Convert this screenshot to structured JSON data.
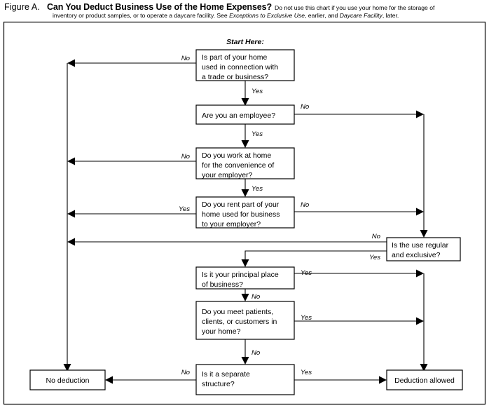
{
  "header": {
    "figure_label": "Figure A.",
    "title": "Can You Deduct Business Use of the Home Expenses?",
    "note_line1": "Do not use this chart if you use your home for the storage of",
    "note_line2_a": "inventory or product samples, or to operate a daycare facility. See ",
    "note_line2_em1": "Exceptions to Exclusive Use",
    "note_line2_b": ", earlier, and ",
    "note_line2_em2": "Daycare Facility",
    "note_line2_c": ", later."
  },
  "chart_data": {
    "type": "diagram",
    "title": "Can You Deduct Business Use of the Home Expenses?",
    "start_label": "Start Here:",
    "nodes": [
      {
        "id": "q1",
        "kind": "decision",
        "lines": [
          "Is part of your home",
          "used in connection with",
          "a trade or business?"
        ]
      },
      {
        "id": "q2",
        "kind": "decision",
        "lines": [
          "Are you an employee?"
        ]
      },
      {
        "id": "q3",
        "kind": "decision",
        "lines": [
          "Do you work at home",
          "for the convenience of",
          "your employer?"
        ]
      },
      {
        "id": "q4",
        "kind": "decision",
        "lines": [
          "Do you rent part of your",
          "home used for business",
          "to your employer?"
        ]
      },
      {
        "id": "q5",
        "kind": "decision",
        "lines": [
          "Is the use regular",
          "and exclusive?"
        ]
      },
      {
        "id": "q6",
        "kind": "decision",
        "lines": [
          "Is it your principal place",
          "of business?"
        ]
      },
      {
        "id": "q7",
        "kind": "decision",
        "lines": [
          "Do you meet patients,",
          "clients, or customers in",
          "your home?"
        ]
      },
      {
        "id": "q8",
        "kind": "decision",
        "lines": [
          "Is it a separate",
          "structure?"
        ]
      },
      {
        "id": "no_deduction",
        "kind": "terminal",
        "lines": [
          "No deduction"
        ]
      },
      {
        "id": "deduction_allowed",
        "kind": "terminal",
        "lines": [
          "Deduction allowed"
        ]
      }
    ],
    "edges": [
      {
        "from": "q1",
        "to": "no_deduction",
        "label": "No"
      },
      {
        "from": "q1",
        "to": "q2",
        "label": "Yes"
      },
      {
        "from": "q2",
        "to": "q5",
        "label": "No"
      },
      {
        "from": "q2",
        "to": "q3",
        "label": "Yes"
      },
      {
        "from": "q3",
        "to": "no_deduction",
        "label": "No"
      },
      {
        "from": "q3",
        "to": "q4",
        "label": "Yes"
      },
      {
        "from": "q4",
        "to": "no_deduction",
        "label": "Yes"
      },
      {
        "from": "q4",
        "to": "q5",
        "label": "No"
      },
      {
        "from": "q5",
        "to": "no_deduction",
        "label": "No"
      },
      {
        "from": "q5",
        "to": "q6",
        "label": "Yes"
      },
      {
        "from": "q6",
        "to": "deduction_allowed",
        "label": "Yes"
      },
      {
        "from": "q6",
        "to": "q7",
        "label": "No"
      },
      {
        "from": "q7",
        "to": "deduction_allowed",
        "label": "Yes"
      },
      {
        "from": "q7",
        "to": "q8",
        "label": "No"
      },
      {
        "from": "q8",
        "to": "no_deduction",
        "label": "No"
      },
      {
        "from": "q8",
        "to": "deduction_allowed",
        "label": "Yes"
      }
    ]
  },
  "labels": {
    "yes": "Yes",
    "no": "No"
  },
  "text": {
    "start_here": "Start Here:",
    "q1_l1": "Is part of your home",
    "q1_l2": "used in connection with",
    "q1_l3": "a trade or business?",
    "q2_l1": "Are you an employee?",
    "q3_l1": "Do you work at home",
    "q3_l2": "for the convenience of",
    "q3_l3": "your employer?",
    "q4_l1": "Do you rent part of your",
    "q4_l2": "home used for business",
    "q4_l3": "to your employer?",
    "q5_l1": "Is the use regular",
    "q5_l2": "and exclusive?",
    "q6_l1": "Is it your principal place",
    "q6_l2": "of business?",
    "q7_l1": "Do you meet patients,",
    "q7_l2": "clients, or customers in",
    "q7_l3": "your home?",
    "q8_l1": "Is it a separate",
    "q8_l2": "structure?",
    "no_deduction": "No deduction",
    "deduction_allowed": "Deduction allowed",
    "e_q1_no": "No",
    "e_q1_yes": "Yes",
    "e_q2_no": "No",
    "e_q2_yes": "Yes",
    "e_q3_no": "No",
    "e_q3_yes": "Yes",
    "e_q4_yes": "Yes",
    "e_q4_no": "No",
    "e_q5_no": "No",
    "e_q5_yes": "Yes",
    "e_q6_yes": "Yes",
    "e_q6_no": "No",
    "e_q7_yes": "Yes",
    "e_q7_no": "No",
    "e_q8_no": "No",
    "e_q8_yes": "Yes"
  },
  "colors": {
    "ink": "#000000",
    "paper": "#ffffff"
  }
}
